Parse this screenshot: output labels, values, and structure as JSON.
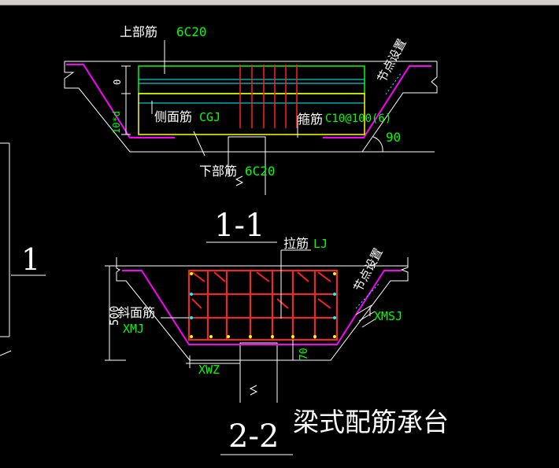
{
  "section_1_1": {
    "label_top_bar": "上部筋",
    "code_top_bar": "6C20",
    "label_side_bar": "侧面筋",
    "code_side_bar": "CGJ",
    "label_stirrup": "箍筋",
    "code_stirrup": "C10@100(6)",
    "label_bottom_bar": "下部筋",
    "code_bottom_bar": "6C20",
    "node_label": "节点设置",
    "dim_left_top": "0",
    "dim_left_side": "10*d",
    "angle": "90",
    "section_title": "1-1"
  },
  "section_2_2": {
    "label_tie_bar": "拉筋",
    "code_tie_bar": "LJ",
    "label_slant_bar": "斜面筋",
    "code_slant_bar": "XMJ",
    "code_slant_stirrup": "XMSJ",
    "code_xwz": "XWZ",
    "node_label": "节点设置",
    "dim_height": "500",
    "dim_bottom": "70",
    "section_title": "2-2"
  },
  "left_marker": "1",
  "caption": "梁式配筋承台",
  "colors": {
    "background": "#000000",
    "outline": "#ffffff",
    "top_bar": "#00ff00",
    "middle_bar": "#00ffff",
    "side_bar": "#ffff00",
    "stirrup": "#ff2020",
    "slant_bar": "#ff00ff",
    "annotation": "#00ff00",
    "text": "#ffffff"
  }
}
